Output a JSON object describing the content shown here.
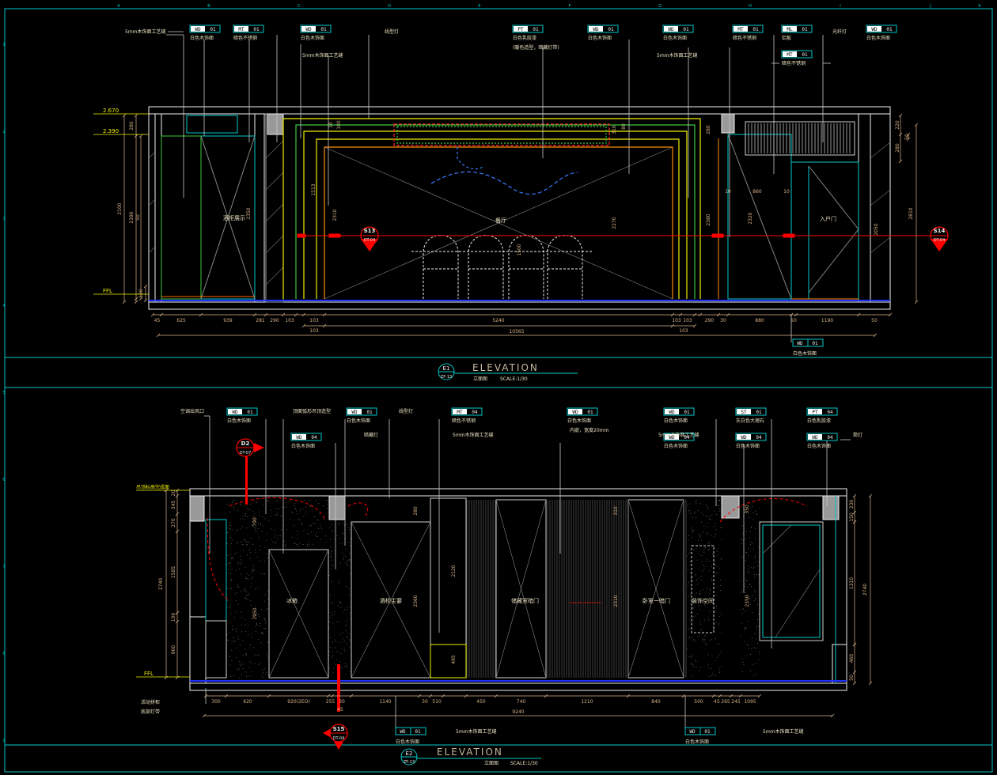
{
  "colors": {
    "background": "#000000",
    "frame": "#00c8c8",
    "leader": "#c8c8c8",
    "dimension": "#d8b38a",
    "wall": "#f0f0f0",
    "yellow_line": "#f0f000",
    "red_marker": "#ff0000",
    "tag_fill": "#ffffff",
    "tag_text": "#000000",
    "note_text": "#e8e0c0",
    "title_text": "#c8b8a0"
  },
  "grid_letters": [
    "A",
    "B",
    "C",
    "D",
    "E",
    "F",
    "G",
    "H",
    "I",
    "J",
    "K"
  ],
  "grid_numbers": [
    "1",
    "2",
    "3",
    "4",
    "5",
    "6",
    "7",
    "8",
    "9"
  ],
  "e1": {
    "tags": [
      {
        "code": "WD",
        "num": "01",
        "label": "白色木饰面"
      },
      {
        "code": "MT",
        "num": "01",
        "label": "暗色不锈钢"
      },
      {
        "code": "WD",
        "num": "01",
        "label": "白色木饰面"
      },
      {
        "code": "PT",
        "num": "01",
        "label": "白色乳胶漆"
      },
      {
        "code": "WD",
        "num": "01",
        "label": "白色木饰面"
      },
      {
        "code": "WD",
        "num": "01",
        "label": "白色木饰面"
      },
      {
        "code": "MT",
        "num": "01",
        "label": "暗色不锈钢"
      },
      {
        "code": "ML",
        "num": "01",
        "label": "铝板"
      },
      {
        "code": "MT",
        "num": "01",
        "label": "暗色不锈钢"
      },
      {
        "code": "WD",
        "num": "01",
        "label": "白色木饰面"
      }
    ],
    "notes": [
      "5mm木饰面工艺缝",
      "5mm木饰面工艺缝",
      "线型灯",
      "(暖色造型，暗藏灯带)",
      "5mm木饰面工艺缝",
      "光纤灯"
    ],
    "level_marks": [
      "2.670",
      "2.390",
      "FFL"
    ],
    "room_labels": [
      "酒柜展示",
      "餐厅",
      "入户门"
    ],
    "section_marks": [
      {
        "id": "S13",
        "ref": "DT-04"
      },
      {
        "id": "S14",
        "ref": "DT-04"
      }
    ],
    "bottom_tag": {
      "code": "WD",
      "num": "01",
      "label": "白色木饰面"
    },
    "dims_bottom": [
      "45",
      "625",
      "939",
      "281",
      "290",
      "103",
      "103",
      "5240",
      "103",
      "103",
      "290",
      "30",
      "880",
      "50",
      "1190",
      "50"
    ],
    "dims_bottom_row2": [
      "103",
      "103"
    ],
    "dims_total": "10565",
    "dims_left": [
      "280",
      "2390",
      "2100",
      "50",
      "120"
    ],
    "dims_inner": [
      "2350",
      "1513",
      "2310",
      "1500",
      "2270",
      "2380",
      "2320",
      "860",
      "10",
      "10",
      "2050"
    ],
    "dims_right": [
      "220",
      "280",
      "2810",
      "50"
    ],
    "dims_top": [
      "10",
      "100",
      "310",
      "80",
      "280"
    ],
    "title": "ELEVATION",
    "subtitle": "立面图",
    "scale": "SCALE:1/30",
    "sheet_id": "E1",
    "sheet_ref": "ZF-13"
  },
  "e2": {
    "tags": [
      {
        "code": "WD",
        "num": "01",
        "label": "白色木饰面"
      },
      {
        "code": "WD",
        "num": "04",
        "label": "白色木饰面"
      },
      {
        "code": "WD",
        "num": "01",
        "label": "白色木饰面"
      },
      {
        "code": "MT",
        "num": "04",
        "label": "暗色不锈钢"
      },
      {
        "code": "WD",
        "num": "01",
        "label": "白色木饰面"
      },
      {
        "code": "WD",
        "num": "01",
        "label": "白色木饰面"
      },
      {
        "code": "WD",
        "num": "04",
        "label": "白色木饰面"
      },
      {
        "code": "ST",
        "num": "01",
        "label": "灰白色大理石"
      },
      {
        "code": "WD",
        "num": "04",
        "label": "白色木饰面"
      },
      {
        "code": "PT",
        "num": "04",
        "label": "白色乳胶漆"
      },
      {
        "code": "WD",
        "num": "04",
        "label": "白色木饰面"
      }
    ],
    "notes": [
      "空调出风口",
      "顶面弧形吊顶造型",
      "线型灯",
      "暗藏灯",
      "5mm木饰面工艺缝",
      "内嵌，宽度20mm",
      "5mm木饰面工艺缝",
      "筒灯",
      "活动拼柜",
      "底部灯带"
    ],
    "level_marks": [
      "吊顶标高完成面",
      "FFL"
    ],
    "room_labels": [
      "冰箱",
      "酒柜主要",
      "储藏室暗门",
      "卧室一暗门",
      "装饰空间"
    ],
    "section_marks": [
      {
        "id": "D2",
        "ref": "DT-07"
      },
      {
        "id": "S15",
        "ref": "DT-04"
      }
    ],
    "bottom_tags": [
      {
        "code": "WD",
        "num": "01",
        "label": "白色木饰面"
      },
      {
        "code": "WD",
        "num": "01",
        "label": "白色木饰面"
      }
    ],
    "bottom_notes": [
      "5mm木饰面工艺缝",
      "5mm木饰面工艺缝"
    ],
    "dims_bottom": [
      "300",
      "620",
      "920(2EO)",
      "255",
      "30",
      "1140",
      "30",
      "510",
      "450",
      "740",
      "1210",
      "840",
      "500",
      "45",
      "265",
      "245",
      "1095"
    ],
    "dims_bottom_row2": [
      "45"
    ],
    "dims_total": "9240",
    "dims_left": [
      "20",
      "345",
      "270",
      "1585",
      "2740",
      "100",
      "900"
    ],
    "dims_inner": [
      "790",
      "1950",
      "2120",
      "2360",
      "310",
      "2310",
      "495",
      "280",
      "350",
      "2350"
    ],
    "dims_right": [
      "230",
      "150",
      "1310",
      "2740",
      "460",
      "50"
    ],
    "title": "ELEVATION",
    "subtitle": "立面图",
    "scale": "SCALE:1/30",
    "sheet_id": "E2",
    "sheet_ref": "ZF-13"
  }
}
